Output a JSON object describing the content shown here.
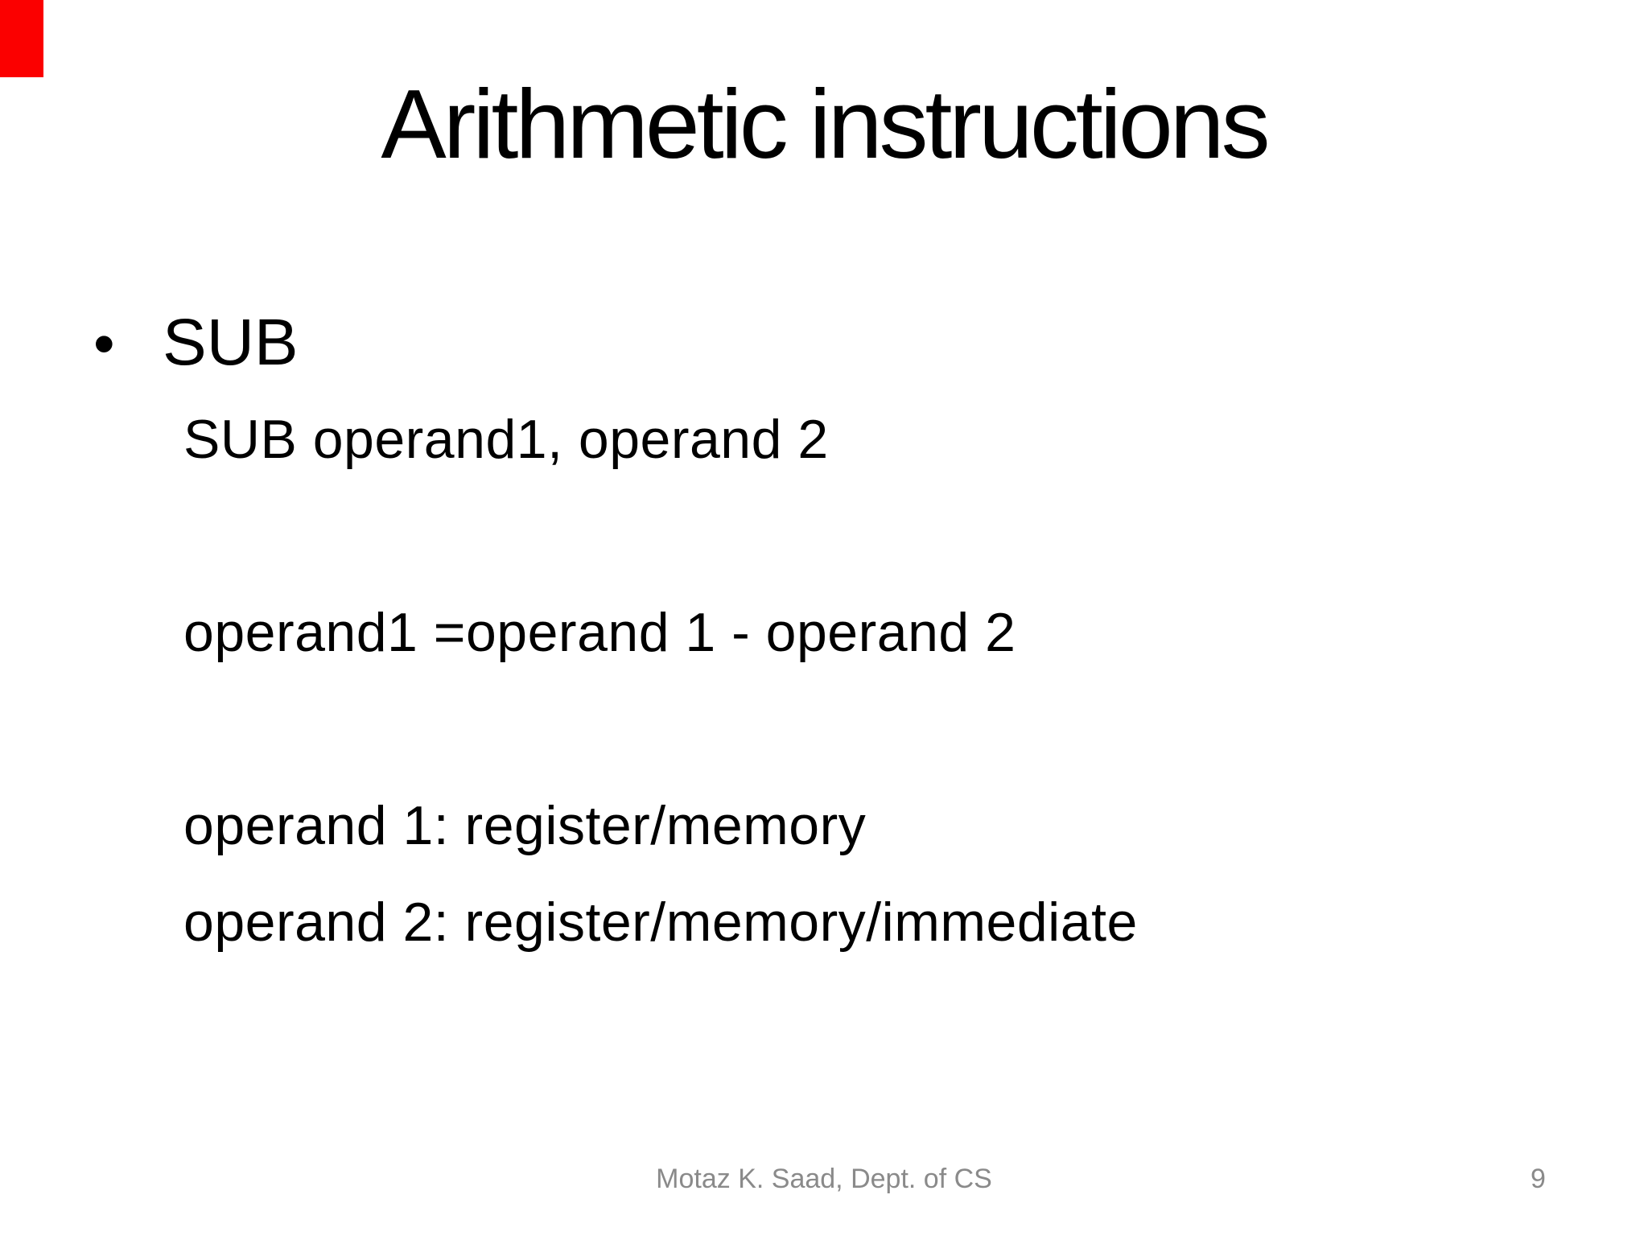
{
  "slide": {
    "title": "Arithmetic instructions",
    "bullet_item": {
      "marker": "•",
      "label": "SUB"
    },
    "body_lines": [
      "SUB operand1, operand 2",
      "operand1 =operand 1 - operand 2",
      "operand 1: register/memory",
      "operand 2: register/memory/immediate"
    ],
    "footer": {
      "author": "Motaz K. Saad, Dept. of CS",
      "page_number": "9"
    },
    "colors": {
      "background": "#ffffff",
      "text": "#000000",
      "footer_text": "#8a8a8a",
      "accent_strip": "#fb0000"
    }
  }
}
